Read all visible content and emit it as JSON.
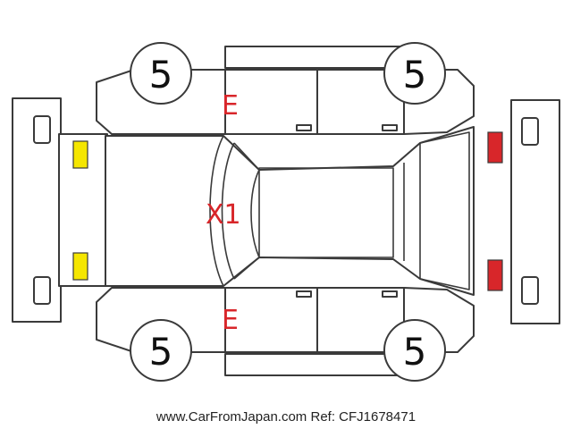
{
  "colors": {
    "outline": "#3a3a3a",
    "mark_text": "#d8262a",
    "lamp_front": "#f5e600",
    "lamp_rear": "#d8262a"
  },
  "tires": {
    "front_left": "5",
    "rear_left": "5",
    "front_right": "5",
    "rear_right": "5"
  },
  "marks": {
    "left_side_front": "E",
    "right_side_front": "E",
    "hood": "X1"
  },
  "footer": {
    "site": "www.CarFromJapan.com",
    "ref": "Ref: CFJ1678471"
  }
}
